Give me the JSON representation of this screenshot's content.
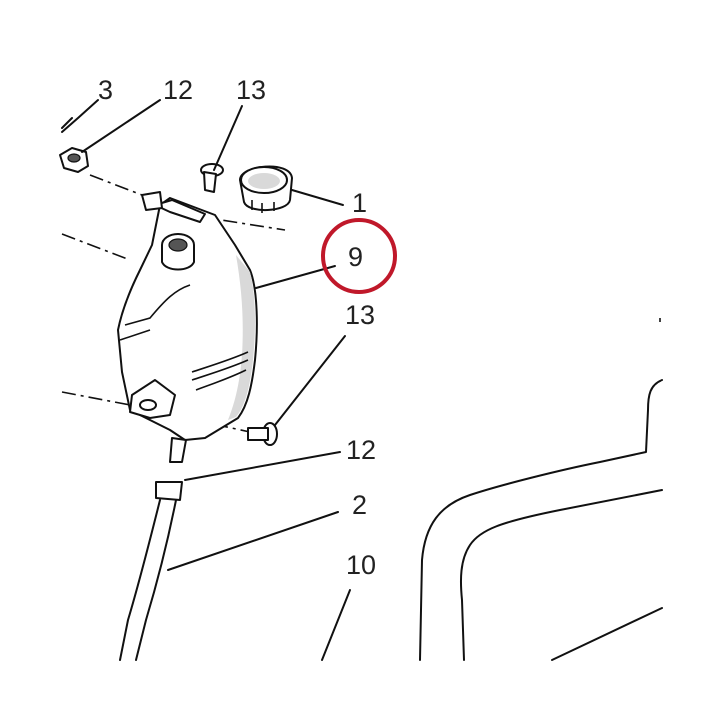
{
  "diagram": {
    "callouts": {
      "c1": "1",
      "c2": "2",
      "c3": "3",
      "c9": "9",
      "c10": "10",
      "c12_top": "12",
      "c12_mid": "12",
      "c13_top": "13",
      "c13_mid": "13"
    },
    "highlight": {
      "target": "9",
      "color": "#c0182a"
    },
    "colors": {
      "line": "#111111",
      "shade": "#d9d9d9",
      "label": "#222222"
    }
  }
}
